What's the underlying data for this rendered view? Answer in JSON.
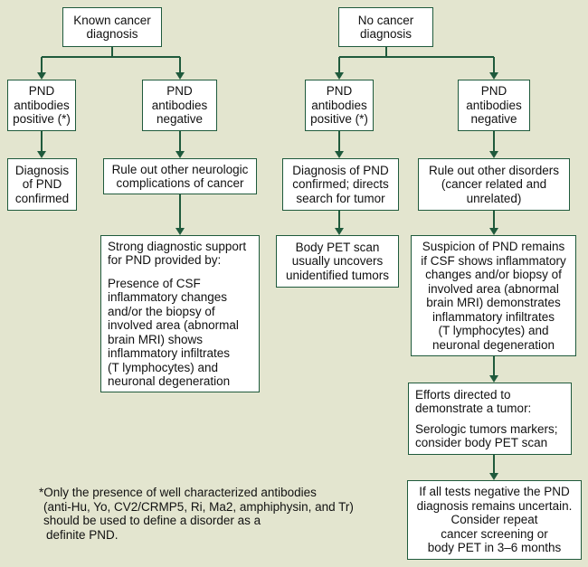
{
  "boxes": {
    "known": [
      "Known cancer",
      "diagnosis"
    ],
    "nocancer": [
      "No cancer",
      "diagnosis"
    ],
    "pos_left": [
      "PND",
      "antibodies",
      "positive (*)"
    ],
    "neg_left": [
      "PND",
      "antibodies",
      "negative"
    ],
    "pos_right": [
      "PND",
      "antibodies",
      "positive (*)"
    ],
    "neg_right": [
      "PND",
      "antibodies",
      "negative"
    ],
    "dx_confirmed": [
      "Diagnosis",
      "of PND",
      "confirmed"
    ],
    "rule_neuro": [
      "Rule out other neurologic",
      "complications of cancer"
    ],
    "dx_search": [
      "Diagnosis of PND",
      "confirmed; directs",
      "search for tumor"
    ],
    "rule_other": [
      "Rule out other disorders",
      "(cancer related and",
      "unrelated)"
    ],
    "strong_support": {
      "intro": [
        "Strong diagnostic support",
        "for PND provided by:"
      ],
      "body": [
        "Presence of CSF",
        "inflammatory changes",
        "and/or the biopsy of",
        "involved area (abnormal",
        "brain MRI) shows",
        "inflammatory infiltrates",
        "(T lymphocytes) and",
        "neuronal degeneration"
      ]
    },
    "pet": [
      "Body PET scan",
      "usually uncovers",
      "unidentified tumors"
    ],
    "suspicion": [
      "Suspicion of PND remains",
      "if CSF shows inflammatory",
      "changes and/or biopsy of",
      "involved area (abnormal",
      "brain MRI) demonstrates",
      "inflammatory infiltrates",
      "(T lymphocytes) and",
      "neuronal degeneration"
    ],
    "efforts": {
      "intro": [
        "Efforts directed to",
        "demonstrate a tumor:"
      ],
      "body": [
        "Serologic tumors markers;",
        "consider body PET scan"
      ]
    },
    "uncertain": [
      "If all tests negative the PND",
      "diagnosis remains uncertain.",
      "Consider repeat",
      "cancer screening or",
      "body PET in 3–6 months"
    ]
  },
  "footnote": [
    "*Only the presence of well characterized antibodies",
    "(anti-Hu, Yo, CV2/CRMP5, Ri, Ma2, amphiphysin, and Tr)",
    "should be used to define a disorder as a",
    "definite PND."
  ],
  "colors": {
    "background": "#e3e5cf",
    "line": "#1f5a3c",
    "box": "#ffffff"
  }
}
